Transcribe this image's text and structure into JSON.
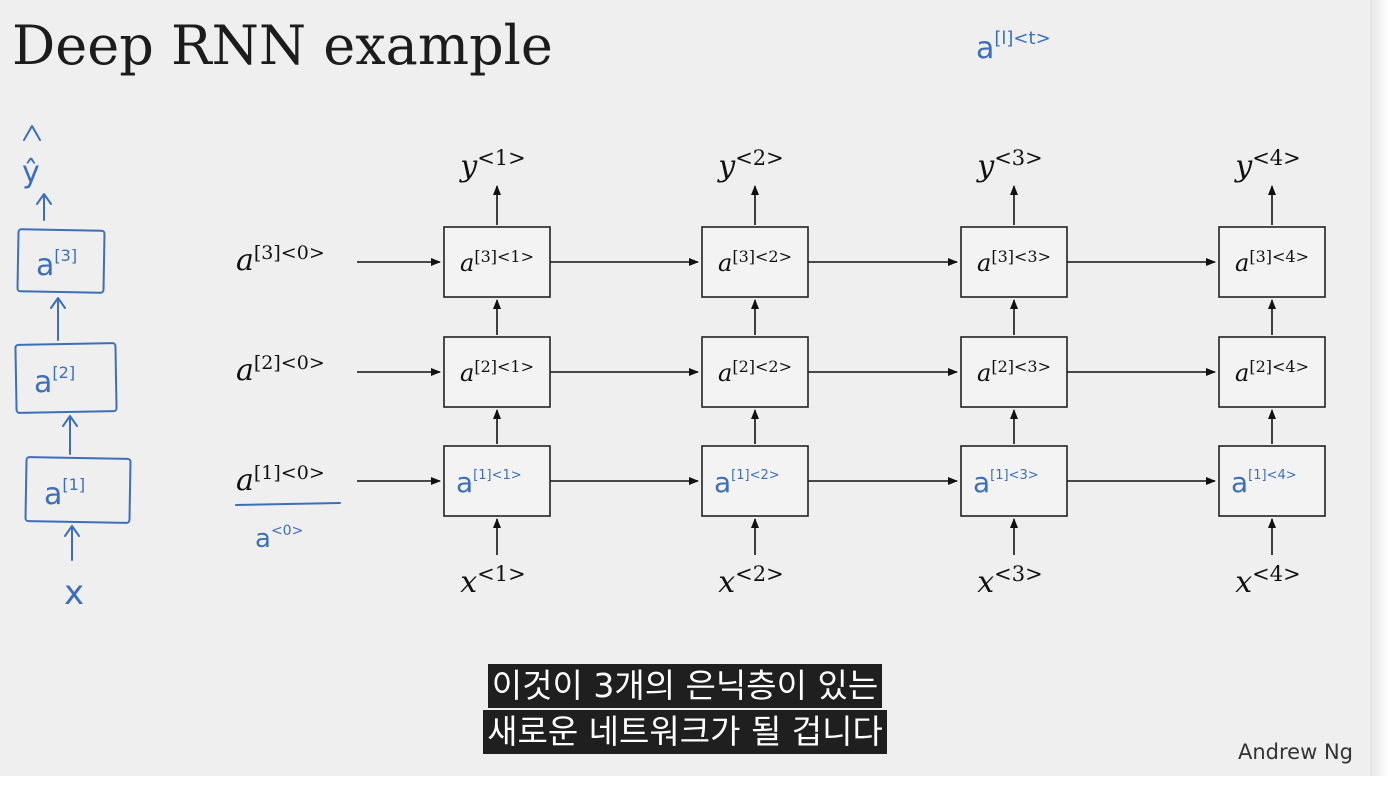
{
  "slide": {
    "title": "Deep RNN example",
    "author": "Andrew Ng"
  },
  "diagram": {
    "timesteps": [
      "1",
      "2",
      "3",
      "4"
    ],
    "layers": [
      "3",
      "2",
      "1"
    ],
    "outputs": [
      "y<1>",
      "y<2>",
      "y<3>",
      "y<4>"
    ],
    "inputs": [
      "x<1>",
      "x<2>",
      "x<3>",
      "x<4>"
    ],
    "initial_states": [
      "a[3]<0>",
      "a[2]<0>",
      "a[1]<0>"
    ],
    "layer1_initial_annotation": "a<0>",
    "top_annotation": "a[l]<t>",
    "handwritten_layer1_cells": [
      "a[1]<1>",
      "a[1]<2>",
      "a[1]<3>",
      "a[1]<4>"
    ],
    "left_stack": {
      "output_label": "ŷ",
      "input_label": "x",
      "cells": [
        "a[3]",
        "a[2]",
        "a[1]"
      ]
    },
    "colors": {
      "ink": "#3d6fb8",
      "box_stroke": "#222222",
      "background": "#efefef"
    }
  },
  "subtitles": {
    "line1": "이것이 3개의 은닉층이 있는",
    "line2": "새로운 네트워크가 될 겁니다"
  }
}
